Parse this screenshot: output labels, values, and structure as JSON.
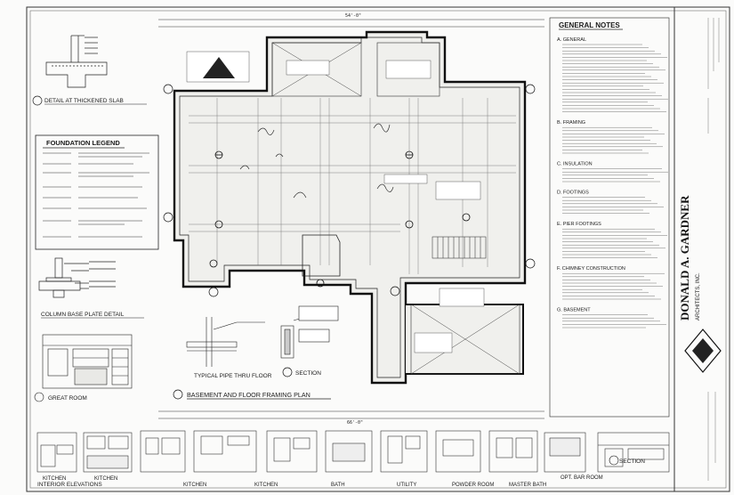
{
  "sheet": {
    "detail_thickened_slab": "DETAIL AT THICKENED SLAB",
    "foundation_legend": "FOUNDATION LEGEND",
    "column_base_plate": "COLUMN BASE PLATE DETAIL",
    "plan_title": "BASEMENT AND FLOOR FRAMING PLAN",
    "typical_pipe": "TYPICAL PIPE THRU FLOOR",
    "section": "SECTION",
    "great_room": "GREAT ROOM",
    "interior_elevations": "INTERIOR ELEVATIONS",
    "kitchen": "KITCHEN",
    "bath": "BATH",
    "utility": "UTILITY",
    "powder_room": "POWDER ROOM",
    "master_bath": "MASTER BATH",
    "opt_bar_room": "OPT. BAR ROOM",
    "general_notes": "GENERAL NOTES",
    "notes_sections": [
      "A. GENERAL",
      "B. FRAMING",
      "C. INSULATION",
      "D. FOOTINGS",
      "E. PIER FOOTINGS",
      "F. CHIMNEY CONSTRUCTION",
      "G. BASEMENT"
    ],
    "architect": "DONALD A. GARDNER",
    "architect_sub": "ARCHITECTS, INC.",
    "dim_top": "54'-0\"",
    "dim_bottom": "66'-0\""
  }
}
